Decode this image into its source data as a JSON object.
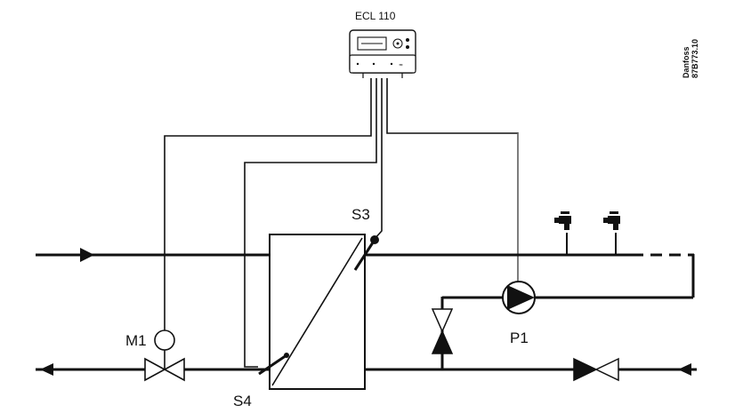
{
  "controller": {
    "label": "ECL 110"
  },
  "brand": {
    "name": "Danfoss",
    "code": "87B773.10"
  },
  "components": {
    "m1": {
      "label": "M1"
    },
    "p1": {
      "label": "P1"
    },
    "s3": {
      "label": "S3"
    },
    "s4": {
      "label": "S4"
    }
  },
  "colors": {
    "line": "#111111",
    "background": "#ffffff",
    "thin_wire": "#888888"
  }
}
